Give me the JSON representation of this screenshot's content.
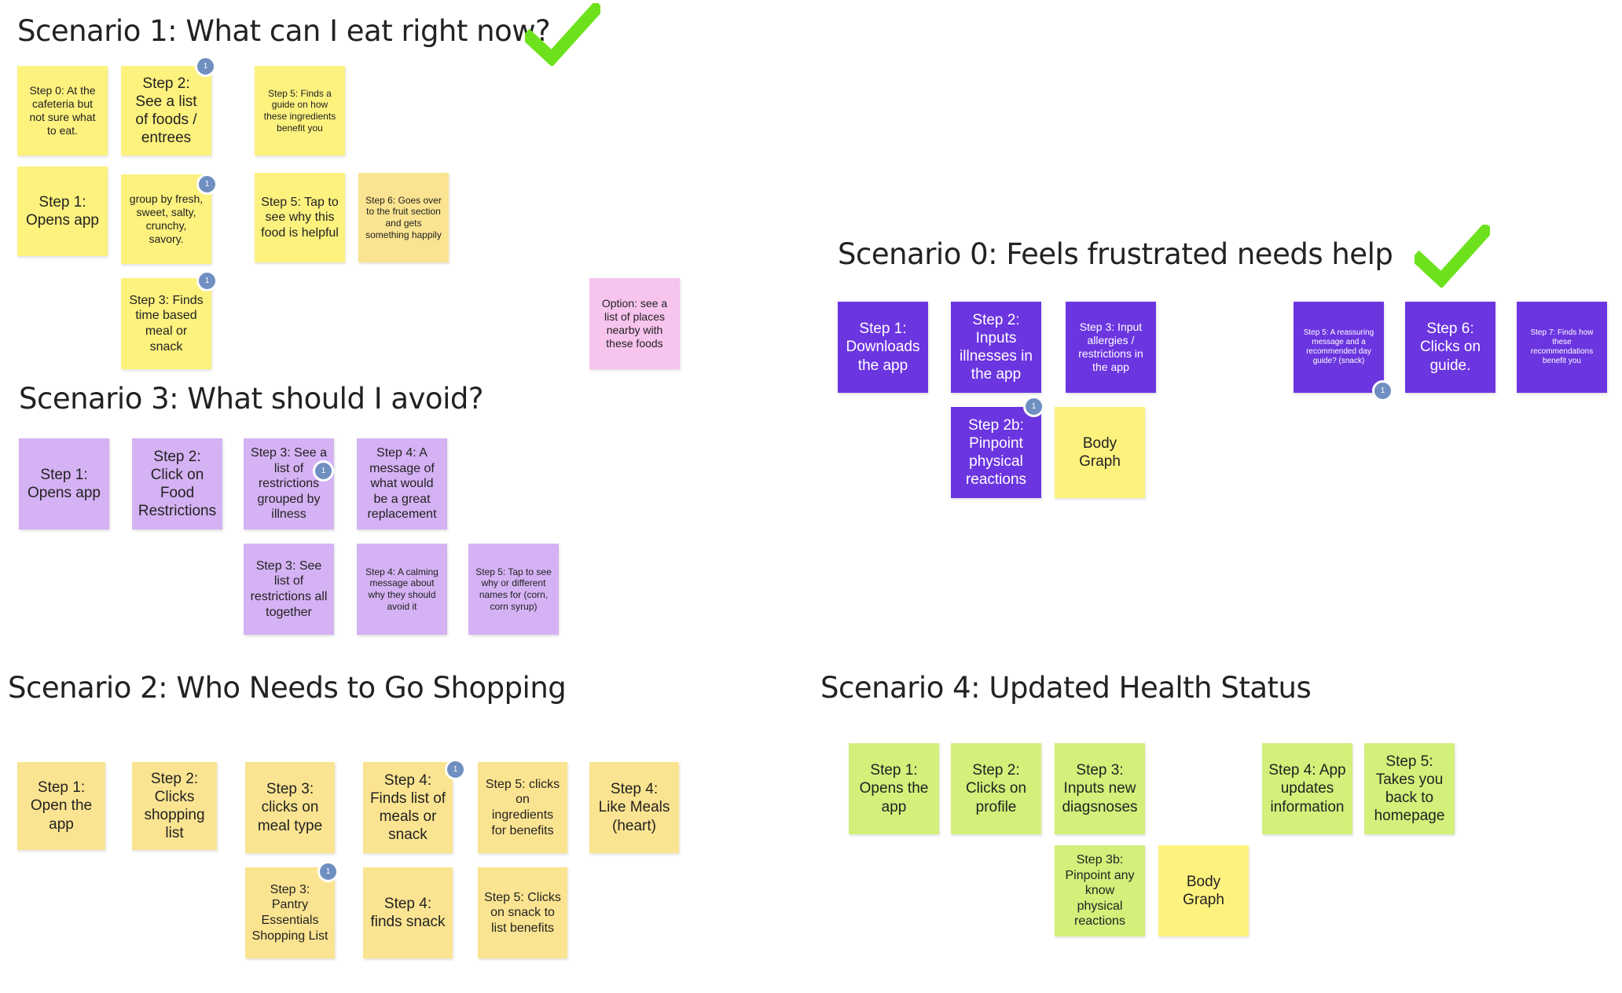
{
  "headings": {
    "s1": "Scenario 1: What can I eat right now?",
    "s0": "Scenario 0: Feels frustrated needs help",
    "s3": "Scenario 3: What should I avoid?",
    "s2": "Scenario 2: Who Needs to Go Shopping",
    "s4": "Scenario 4: Updated Health Status"
  },
  "colors": {
    "yellow": "#fdf27e",
    "pink": "#f7c4ee",
    "lavender": "#d4b2f3",
    "indigo": "#6b35e0",
    "green": "#d2f07a",
    "orange": "#fbe491",
    "check": "#6de21c",
    "badge": "#6f8fc0"
  },
  "icons": [
    "checkmark-icon",
    "comment-badge-icon"
  ],
  "badge_count": "1",
  "scenario1": {
    "step0": "Step 0: At the cafeteria but not sure what to eat.",
    "step2": "Step 2: See a list of foods / entrees",
    "step5_guide": "Step 5: Finds a guide on how these ingredients benefit you",
    "step1": "Step 1: Opens app",
    "group_by": "group by fresh, sweet, salty, crunchy, savory.",
    "step5_tap": "Step 5: Tap to see why this food is helpful",
    "step6": "Step 6: Goes over to the fruit section and gets something happily",
    "step3": "Step 3: Finds time based meal or snack",
    "option": "Option: see a list of places nearby with these foods"
  },
  "scenario0": {
    "step1": "Step 1: Downloads the app",
    "step2": "Step 2: Inputs illnesses in the app",
    "step3": "Step 3: Input allergies / restrictions in the app",
    "step5": "Step 5: A reassuring message and a recommended day guide? (snack)",
    "step6": "Step 6: Clicks on guide.",
    "step7": "Step 7: Finds how these recommendations benefit you",
    "step2b": "Step 2b: Pinpoint physical reactions",
    "body_graph": "Body Graph"
  },
  "scenario3": {
    "step1": "Step 1: Opens app",
    "step2": "Step 2: Click on Food Restrictions",
    "step3a": "Step 3: See a list of restrictions grouped by illness",
    "step4a": "Step 4: A message of what would be a great replacement",
    "step3b": "Step 3: See list of restrictions all together",
    "step4b": "Step 4: A calming message about why they should avoid it",
    "step5": "Step 5: Tap to see why or different names for (corn, corn syrup)"
  },
  "scenario2": {
    "step1": "Step 1: Open the app",
    "step2": "Step 2: Clicks shopping list",
    "step3a": "Step 3: clicks on meal type",
    "step4a": "Step 4: Finds list of meals or snack",
    "step5a": "Step 5: clicks on ingredients for benefits",
    "step4_like": "Step 4: Like Meals (heart)",
    "step3b": "Step 3: Pantry Essentials Shopping List",
    "step4b": "Step 4: finds  snack",
    "step5b": "Step 5: Clicks on snack to list benefits"
  },
  "scenario4": {
    "step1": "Step 1: Opens the app",
    "step2": "Step 2: Clicks on profile",
    "step3": "Step 3: Inputs new diagsnoses",
    "step4": "Step 4: App updates information",
    "step5": "Step 5: Takes you back to homepage",
    "step3b": "Step 3b: Pinpoint any know physical reactions",
    "body_graph": "Body Graph"
  }
}
